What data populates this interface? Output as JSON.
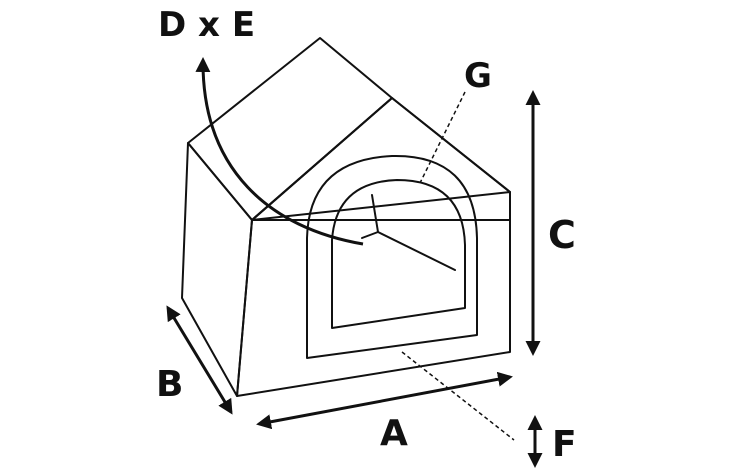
{
  "colors": {
    "stroke": "#111111",
    "background": "#ffffff"
  },
  "labels": {
    "dxe": "D x E",
    "g": "G",
    "c": "C",
    "b": "B",
    "a": "A",
    "f": "F"
  }
}
